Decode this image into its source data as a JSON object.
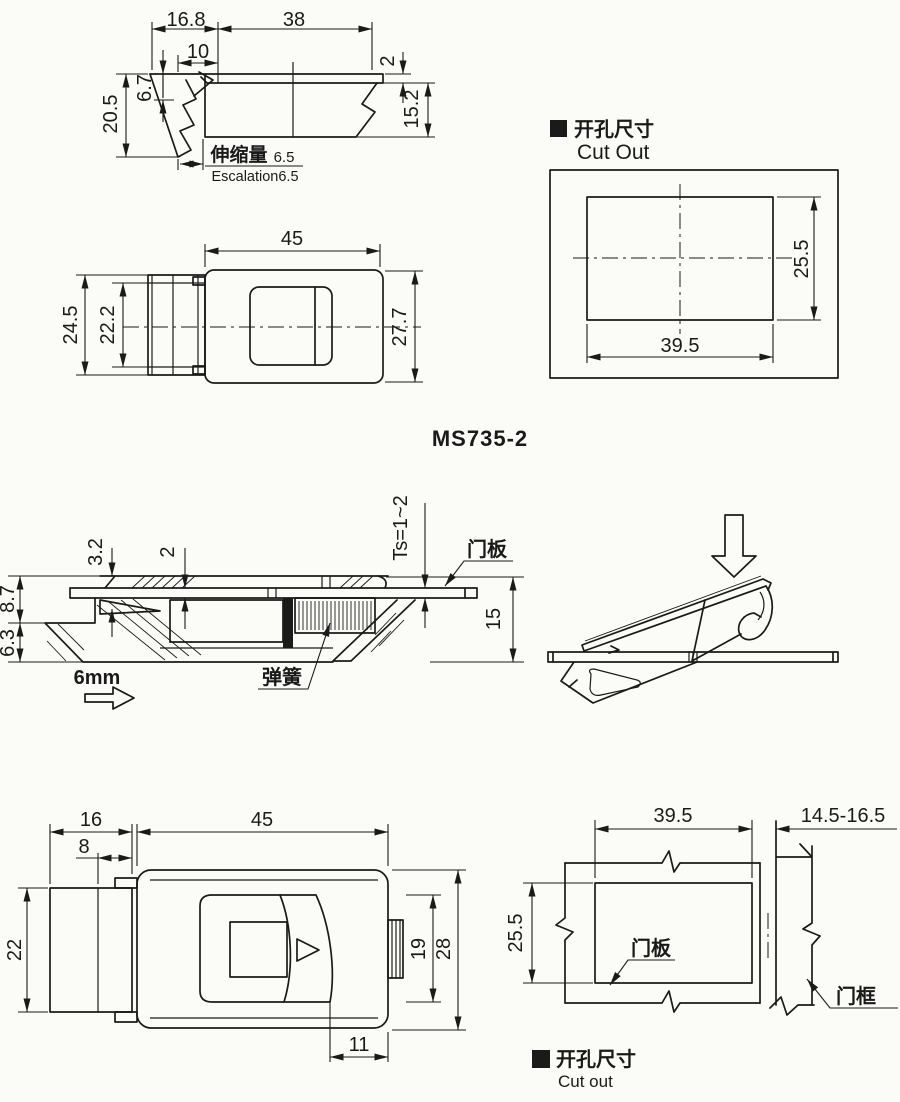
{
  "title": "MS735-2",
  "colors": {
    "line": "#1a1a1a",
    "background": "#fbfbf8"
  },
  "profile_view": {
    "dim_w_left": "16.8",
    "dim_w_right": "38",
    "dim_flange": "10",
    "dim_lip": "2",
    "dim_h": "20.5",
    "dim_clip": "6.7",
    "dim_body_h": "15.2",
    "escalation_cn": "伸缩量",
    "escalation_val": "6.5",
    "escalation_en": "Escalation6.5"
  },
  "cutout_top": {
    "header_cn": "开孔尺寸",
    "header_en": "Cut Out",
    "dim_w": "39.5",
    "dim_h": "25.5"
  },
  "front_view": {
    "dim_w": "45",
    "dim_h_outer": "24.5",
    "dim_h_inner": "22.2",
    "dim_h_body": "27.7"
  },
  "section_view": {
    "dim_gap": "3.2",
    "dim_panel": "2",
    "dim_ts": "Ts=1~2",
    "label_door_panel": "门板",
    "dim_left_upper": "8.7",
    "dim_left_lower": "6.3",
    "dim_right": "15",
    "travel": "6mm",
    "label_spring": "弹簧"
  },
  "bottom_view": {
    "dim_rear": "16",
    "dim_rear_inner": "8",
    "dim_w": "45",
    "dim_h_rear": "22",
    "dim_h_inner": "19",
    "dim_h": "28",
    "dim_catch": "11"
  },
  "cutout_bottom": {
    "header_cn": "开孔尺寸",
    "header_en": "Cut out",
    "dim_w": "39.5",
    "dim_frame": "14.5-16.5",
    "dim_h": "25.5",
    "label_door_panel": "门板",
    "label_door_frame": "门框"
  }
}
